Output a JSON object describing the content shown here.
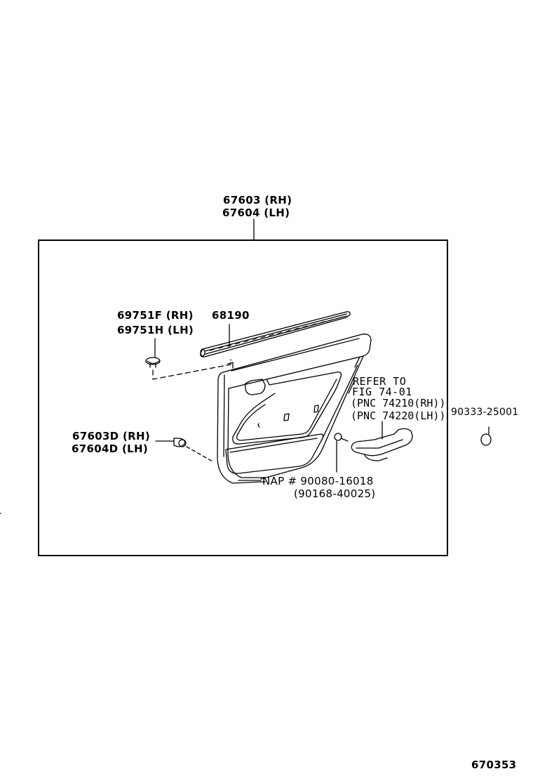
{
  "diagram": {
    "type": "exploded-parts-diagram",
    "subject": "rear door trim panel",
    "figure_number": "670353"
  },
  "callouts": {
    "panel_assembly": {
      "line1": "67603 (RH)",
      "line2": "67604 (LH)"
    },
    "clip_upper": {
      "line1": "69751F (RH)",
      "line2": "69751H (LH)"
    },
    "weatherstrip": {
      "label": "68190"
    },
    "refer_note": {
      "line1": "REFER TO",
      "line2": "FIG 74-01",
      "line3": "(PNC 74210(RH))",
      "line4": "(PNC 74220(LH))"
    },
    "cap": {
      "label": "90333-25001"
    },
    "clip_lower": {
      "line1": "67603D (RH)",
      "line2": "67604D (LH)"
    },
    "screw": {
      "line1": "NAP # 90080-16018",
      "line2": "(90168-40025)"
    }
  },
  "colors": {
    "ink": "#000000",
    "background": "#ffffff"
  }
}
